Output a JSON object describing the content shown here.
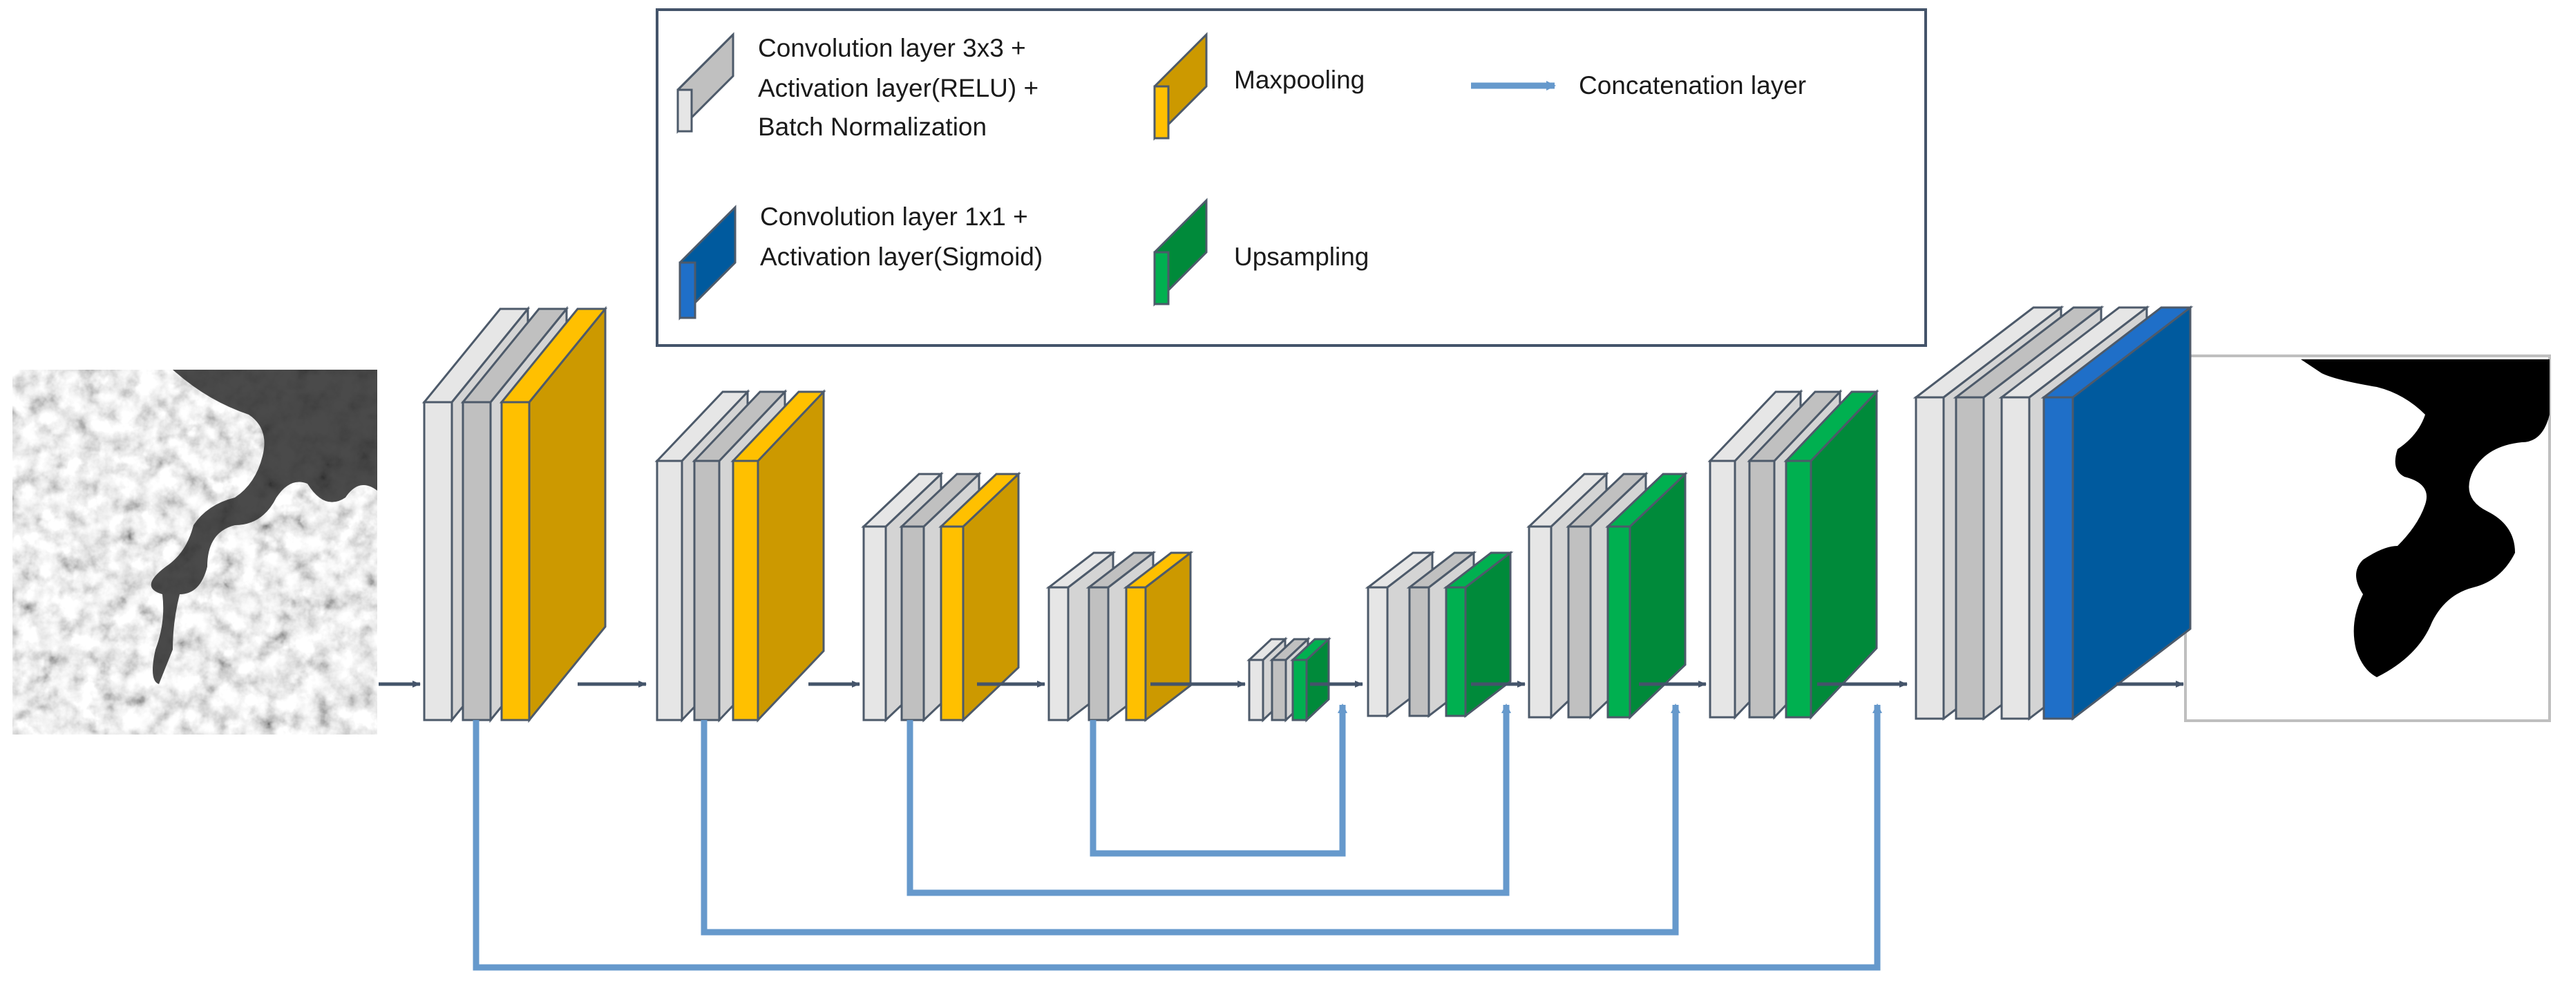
{
  "legend": {
    "items": [
      {
        "key": "conv3",
        "lines": [
          "Convolution layer 3x3 +",
          "Activation layer(RELU) +",
          "Batch Normalization"
        ]
      },
      {
        "key": "maxpool",
        "lines": [
          "Maxpooling"
        ]
      },
      {
        "key": "concat",
        "lines": [
          "Concatenation layer"
        ]
      },
      {
        "key": "conv1",
        "lines": [
          "Convolution layer 1x1 +",
          "Activation layer(Sigmoid)"
        ]
      },
      {
        "key": "upsample",
        "lines": [
          "Upsampling"
        ]
      }
    ]
  },
  "colors": {
    "conv3_front": "#e6e6e6",
    "conv3_front_alt": "#c0c0c0",
    "maxpool_front": "#ffc000",
    "maxpool_side": "#cc9900",
    "upsample_front": "#00b050",
    "upsample_side": "#008a3a",
    "conv1_front": "#1f6fc8",
    "conv1_side": "#005a9e",
    "outline": "#4d5a6a",
    "flow_arrow": "#44546a",
    "concat_line": "#6699cc",
    "legend_border": "#44546a"
  },
  "network": {
    "input": "sar-image",
    "output": "binary-mask",
    "blocks": [
      {
        "stage": "enc1",
        "layers": [
          "conv3",
          "conv3",
          "maxpool"
        ]
      },
      {
        "stage": "enc2",
        "layers": [
          "conv3",
          "conv3",
          "maxpool"
        ]
      },
      {
        "stage": "enc3",
        "layers": [
          "conv3",
          "conv3",
          "maxpool"
        ]
      },
      {
        "stage": "enc4",
        "layers": [
          "conv3",
          "conv3",
          "maxpool"
        ]
      },
      {
        "stage": "bottleneck",
        "layers": [
          "conv3",
          "conv3",
          "upsample"
        ]
      },
      {
        "stage": "dec4",
        "layers": [
          "conv3",
          "conv3",
          "upsample"
        ]
      },
      {
        "stage": "dec3",
        "layers": [
          "conv3",
          "conv3",
          "upsample"
        ]
      },
      {
        "stage": "dec2",
        "layers": [
          "conv3",
          "conv3",
          "upsample"
        ]
      },
      {
        "stage": "dec1",
        "layers": [
          "conv3",
          "conv3",
          "conv3",
          "conv1"
        ]
      }
    ],
    "skip_connections": [
      {
        "from": "enc1",
        "to": "dec1"
      },
      {
        "from": "enc2",
        "to": "dec2"
      },
      {
        "from": "enc3",
        "to": "dec3"
      },
      {
        "from": "enc4",
        "to": "dec4"
      }
    ]
  }
}
